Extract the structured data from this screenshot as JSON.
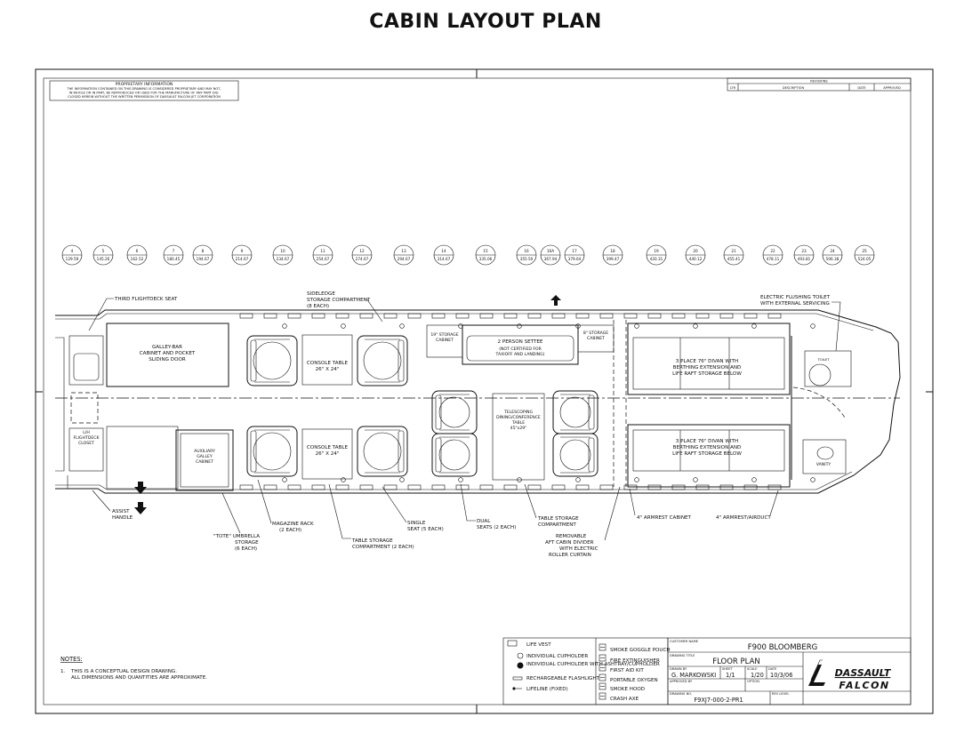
{
  "page_title": "CABIN LAYOUT PLAN",
  "proprietary": {
    "heading": "PROPRIETARY INFORMATION",
    "lines": [
      "THE INFORMATION CONTAINED ON THIS DRAWING IS CONSIDERED PROPRIETARY AND MAY NOT,",
      "IN WHOLE OR IN PART, BE REPRODUCED OR USED FOR THE MANUFACTURE OF ANY PART DIS-",
      "CLOSED HEREIN WITHOUT THE WRITTEN PERMISSION OF DASSAULT FALCON JET CORPORATION"
    ]
  },
  "revisions": {
    "title": "REVISIONS",
    "cols": [
      "LTR",
      "DESCRIPTION",
      "DATE",
      "APPROVED"
    ]
  },
  "stations": [
    {
      "n": "4",
      "v": "129.59"
    },
    {
      "n": "5",
      "v": "145.26"
    },
    {
      "n": "6",
      "v": "162.52"
    },
    {
      "n": "7",
      "v": "180.45"
    },
    {
      "n": "8",
      "v": "194.67"
    },
    {
      "n": "9",
      "v": "214.67"
    },
    {
      "n": "10",
      "v": "234.67"
    },
    {
      "n": "11",
      "v": "254.67"
    },
    {
      "n": "12",
      "v": "274.67"
    },
    {
      "n": "13",
      "v": "294.67"
    },
    {
      "n": "14",
      "v": "314.67"
    },
    {
      "n": "15",
      "v": "335.06"
    },
    {
      "n": "16",
      "v": "355.50"
    },
    {
      "n": "16A",
      "v": "367.94"
    },
    {
      "n": "17",
      "v": "379.64"
    },
    {
      "n": "18",
      "v": "399.47"
    },
    {
      "n": "19",
      "v": "420.31"
    },
    {
      "n": "20",
      "v": "440.12"
    },
    {
      "n": "21",
      "v": "455.41"
    },
    {
      "n": "22",
      "v": "478.11"
    },
    {
      "n": "23",
      "v": "493.81"
    },
    {
      "n": "24",
      "v": "506.38"
    },
    {
      "n": "25",
      "v": "524.05"
    }
  ],
  "callouts": {
    "third_seat": "THIRD FLIGHTDECK SEAT",
    "sideledge": [
      "SIDELEDGE",
      "STORAGE COMPARTMENT",
      "(8 EACH)"
    ],
    "toilet": [
      "ELECTRIC FLUSHING TOILET",
      "WITH EXTERNAL SERVICING"
    ],
    "assist": [
      "ASSIST",
      "HANDLE"
    ],
    "tote": [
      "\"TOTE\" UMBRELLA",
      "STORAGE",
      "(6 EACH)"
    ],
    "magazine": [
      "MAGAZINE RACK",
      "(2 EACH)"
    ],
    "table_storage_2": [
      "TABLE STORAGE",
      "COMPARTMENT (2 EACH)"
    ],
    "single_seat": [
      "SINGLE",
      "SEAT (5 EACH)"
    ],
    "dual_seats": [
      "DUAL",
      "SEATS (2 EACH)"
    ],
    "table_storage": [
      "TABLE STORAGE",
      "COMPARTMENT"
    ],
    "removable": [
      "REMOVABLE",
      "AFT CABIN DIVIDER",
      "WITH ELECTRIC",
      "ROLLER CURTAIN"
    ],
    "armrest_cab": "4\" ARMREST CABINET",
    "armrest_air": "4\" ARMREST/AIRDUCT"
  },
  "interior": {
    "galley": [
      "GALLEY-BAR",
      "CABINET AND POCKET",
      "SLIDING DOOR"
    ],
    "console_top": [
      "CONSOLE TABLE",
      "26\" X 24\""
    ],
    "console_bot": [
      "CONSOLE TABLE",
      "26\" X 24\""
    ],
    "storage19": [
      "19\" STORAGE",
      "CABINET"
    ],
    "settee": [
      "2 PERSON SETTEE",
      "(NOT CERTIFIED FOR",
      "TAXIOFF AND LANDING)"
    ],
    "storage8": [
      "8\" STORAGE",
      "CABINET"
    ],
    "divan_top": [
      "3 PLACE 76\" DIVAN WITH",
      "BERTHING EXTENSION AND",
      "LIFE RAFT STORAGE BELOW"
    ],
    "divan_bot": [
      "3 PLACE 76\" DIVAN WITH",
      "BERTHING EXTENSION AND",
      "LIFE RAFT STORAGE BELOW"
    ],
    "telescoping": [
      "TELESCOPING",
      "DINING/CONFERENCE",
      "TABLE",
      "45\"x29\""
    ],
    "aux_galley": [
      "AUXILIARY",
      "GALLEY",
      "CABINET"
    ],
    "closet": [
      "L/H",
      "FLIGHTDECK",
      "CLOSET"
    ],
    "vanity": "VANITY",
    "toilet_label": "TOILET"
  },
  "notes": {
    "heading": "NOTES:",
    "num": "1.",
    "lines": [
      "THIS IS A CONCEPTUAL DESIGN DRAWING.",
      "ALL DIMENSIONS AND QUANTITIES ARE APPROXIMATE."
    ]
  },
  "legend_left": [
    "LIFE VEST",
    "INDIVIDUAL CUPHOLDER",
    "INDIVIDUAL CUPHOLDER WITH ASHTRAY/CUPHOLDER",
    "RECHARGEABLE FLASHLIGHT",
    "LIFELINE (FIXED)"
  ],
  "legend_right": [
    "SMOKE GOGGLE POUCH",
    "FIRE EXTINGUISHER",
    "FIRST AID KIT",
    "PORTABLE OXYGEN",
    "SMOKE HOOD",
    "CRASH AXE"
  ],
  "title_block": {
    "customer_label": "CUSTOMER NAME",
    "customer": "F900 BLOOMBERG",
    "drawing_title_label": "DRAWING TITLE",
    "drawing_title": "FLOOR PLAN",
    "drawn_label": "DRAWN BY",
    "drawn": "G. MARKOWSKI",
    "sheet_label": "SHEET",
    "sheet": "1/1",
    "scale_label": "SCALE",
    "scale": "1/20",
    "date_label": "DATE",
    "date": "10/3/06",
    "approved_label": "APPROVED BY",
    "option_label": "OPTION",
    "drawing_no_label": "DRAWING NO.",
    "drawing_no": "F9XJ7-000-2-PR1",
    "rev_label": "REV LEVEL",
    "brand_top": "DASSAULT",
    "brand_bottom": "FALCON"
  }
}
